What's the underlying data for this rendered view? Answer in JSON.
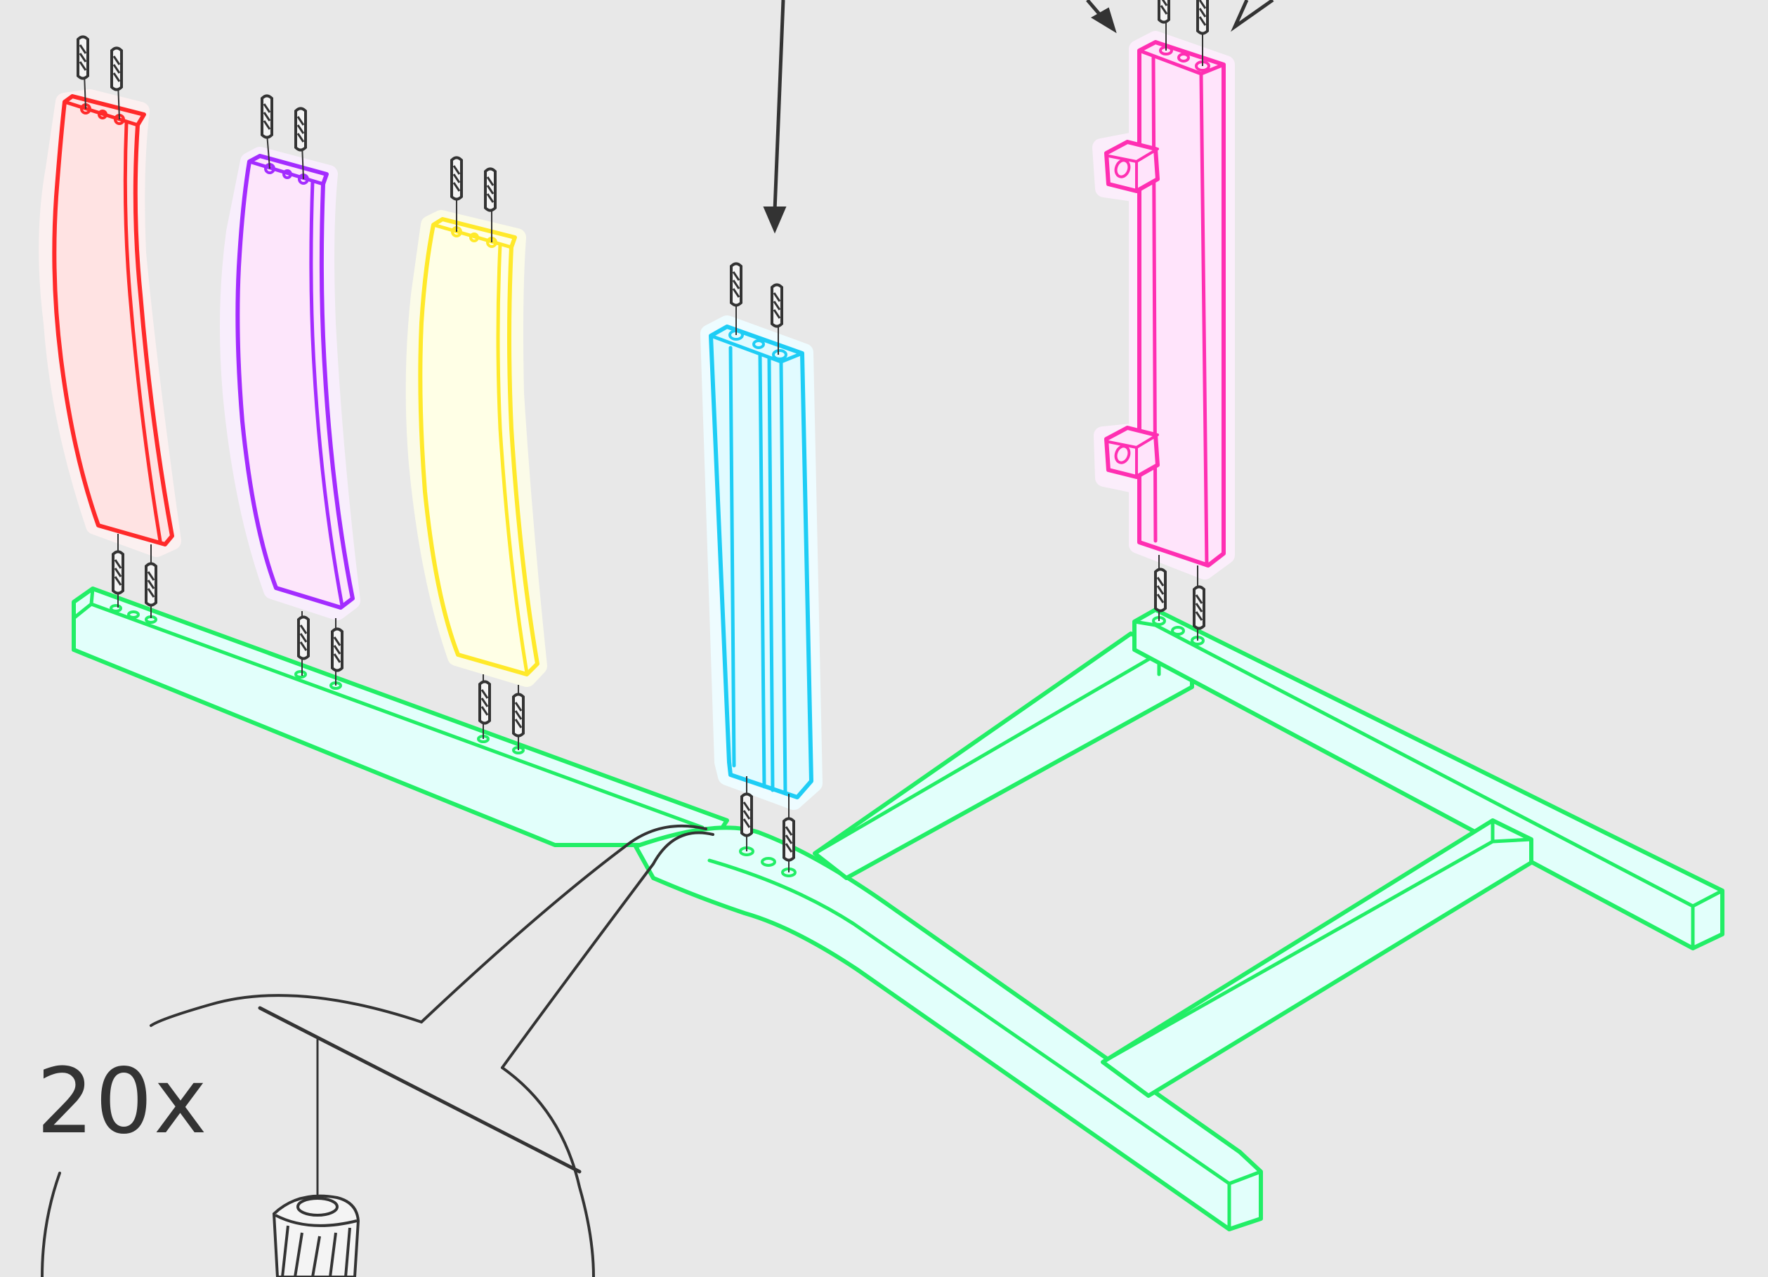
{
  "callout": {
    "quantity_label": "20x"
  },
  "colors": {
    "background": "#e8e8e8",
    "ink": "#333333",
    "frame": {
      "stroke": "#22ee66",
      "fill": "#e2fffb",
      "halo": "#f2fffb"
    },
    "front-slat": {
      "stroke": "#ff2a2a",
      "fill": "#ffe3e3",
      "halo": "#fbf0f0"
    },
    "middle-slat": {
      "stroke": "#a32cff",
      "fill": "#fde6fb",
      "halo": "#f8eefc"
    },
    "back-slat": {
      "stroke": "#ffe92a",
      "fill": "#ffffe6",
      "halo": "#fbfbe8"
    },
    "center-post": {
      "stroke": "#1ecdf5",
      "fill": "#e1fbff",
      "halo": "#eefcff"
    },
    "side-post": {
      "stroke": "#ff2fb2",
      "fill": "#ffe4fb",
      "halo": "#fbeefb"
    }
  },
  "parts": [
    {
      "id": "frame",
      "kind": "leg-frame",
      "color": "frame"
    },
    {
      "id": "front-slat",
      "kind": "curved-slat",
      "color": "front-slat"
    },
    {
      "id": "middle-slat",
      "kind": "curved-slat",
      "color": "middle-slat"
    },
    {
      "id": "back-slat",
      "kind": "curved-slat",
      "color": "back-slat"
    },
    {
      "id": "center-post",
      "kind": "grooved-post",
      "color": "center-post"
    },
    {
      "id": "side-post",
      "kind": "post-with-brackets",
      "color": "side-post"
    }
  ],
  "icons": {
    "dowel": "wooden-dowel-icon",
    "bracket": "corner-bracket-icon",
    "arrow": "assembly-arrow-icon"
  }
}
